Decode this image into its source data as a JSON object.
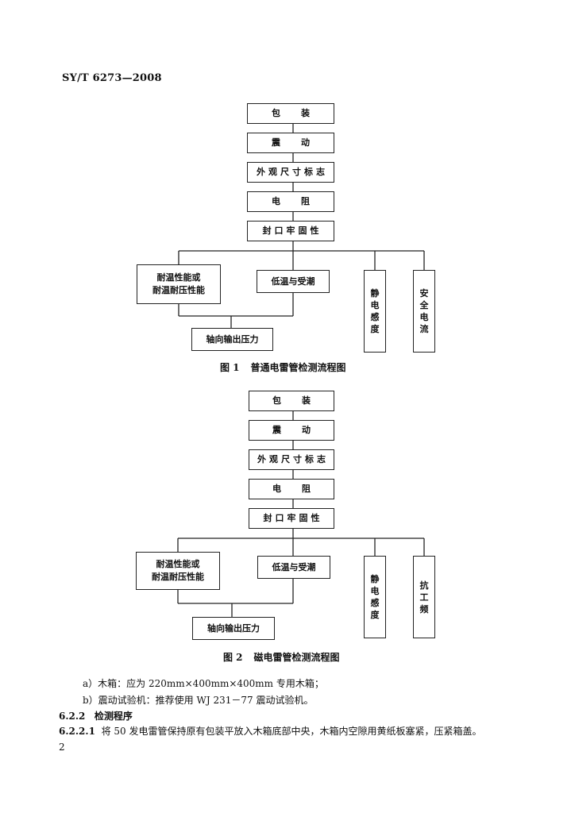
{
  "header": {
    "standard_code": "SY/T 6273—2008"
  },
  "figure1": {
    "steps": [
      "包装",
      "震动",
      "外观尺寸标志",
      "电阻",
      "封口牢固性"
    ],
    "branch_left": {
      "line1": "耐温性能或",
      "line2": "耐温耐压性能"
    },
    "branch_mid": "低温与受潮",
    "branch_v1": [
      "静",
      "电",
      "感",
      "度"
    ],
    "branch_v2": [
      "安",
      "全",
      "电",
      "流"
    ],
    "bottom": "轴向输出压力",
    "caption_num": "图 1",
    "caption_title": "普通电雷管检测流程图"
  },
  "figure2": {
    "steps": [
      "包装",
      "震动",
      "外观尺寸标志",
      "电阻",
      "封口牢固性"
    ],
    "branch_left": {
      "line1": "耐温性能或",
      "line2": "耐温耐压性能"
    },
    "branch_mid": "低温与受潮",
    "branch_v1": [
      "静",
      "电",
      "感",
      "度"
    ],
    "branch_v2": [
      "抗",
      "工",
      "频"
    ],
    "bottom": "轴向输出压力",
    "caption_num": "图 2",
    "caption_title": "磁电雷管检测流程图"
  },
  "text": {
    "item_a": "a）木箱：应为 220mm×400mm×400mm 专用木箱；",
    "item_b": "b）震动试验机：推荐使用 WJ 231－77 震动试验机。",
    "sec_num": "6.2.2",
    "sec_title": "检测程序",
    "para_num": "6.2.2.1",
    "para_text": "将 50 发电雷管保持原有包装平放入木箱底部中央，木箱内空隙用黄纸板塞紧，压紧箱盖。",
    "page_number": "2"
  }
}
